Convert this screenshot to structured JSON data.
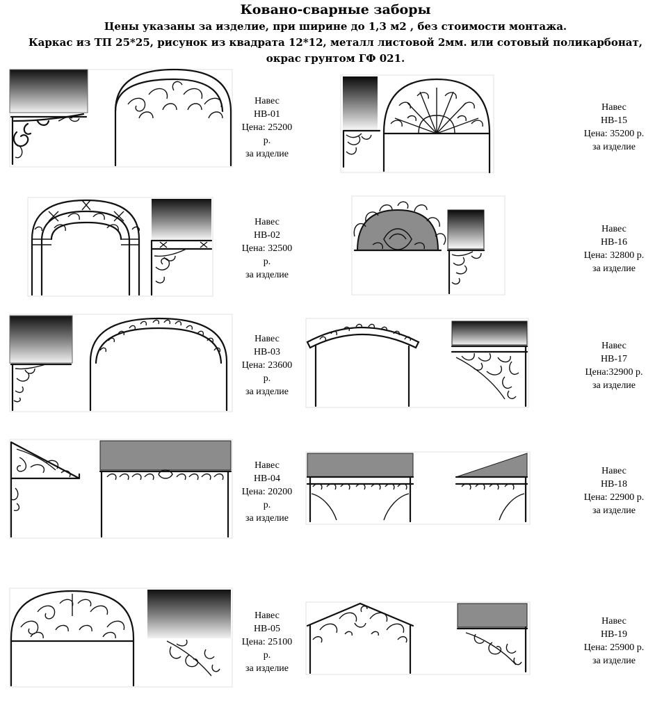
{
  "header": {
    "title": "Ковано-сварные заборы",
    "line1": "Цены указаны за изделие, при ширине до 1,3 м2 , без стоимости монтажа.",
    "line2": "Каркас из ТП 25*25, рисунок из квадрата 12*12, металл листовой 2мм. или сотовый поликарбонат,",
    "line3": "окрас грунтом ГФ 021."
  },
  "items": [
    {
      "type": "Навес",
      "code": "НВ-01",
      "price": "Цена: 25200",
      "unit": "р.",
      "per": "за изделие"
    },
    {
      "type": "Навес",
      "code": "НВ-02",
      "price": "Цена: 32500",
      "unit": "р.",
      "per": "за изделие"
    },
    {
      "type": "Навес",
      "code": "НВ-03",
      "price": "Цена: 23600",
      "unit": "р.",
      "per": "за изделие"
    },
    {
      "type": "Навес",
      "code": "НВ-04",
      "price": "Цена: 20200",
      "unit": "р.",
      "per": "за изделие"
    },
    {
      "type": "Навес",
      "code": "НВ-05",
      "price": "Цена: 25100",
      "unit": "р.",
      "per": "за изделие"
    },
    {
      "type": "Навес",
      "code": "НВ-15",
      "price": "Цена: 35200 р.",
      "per": "за изделие"
    },
    {
      "type": "Навес",
      "code": "НВ-16",
      "price": "Цена: 32800 р.",
      "per": "за изделие"
    },
    {
      "type": "Навес",
      "code": "НВ-17",
      "price": "Цена:32900 р.",
      "per": "за изделие"
    },
    {
      "type": "Навес",
      "code": "НВ-18",
      "price": "Цена: 22900 р.",
      "per": "за изделие"
    },
    {
      "type": "Навес",
      "code": "НВ-19",
      "price": "Цена: 25900 р.",
      "per": "за изделие"
    }
  ]
}
